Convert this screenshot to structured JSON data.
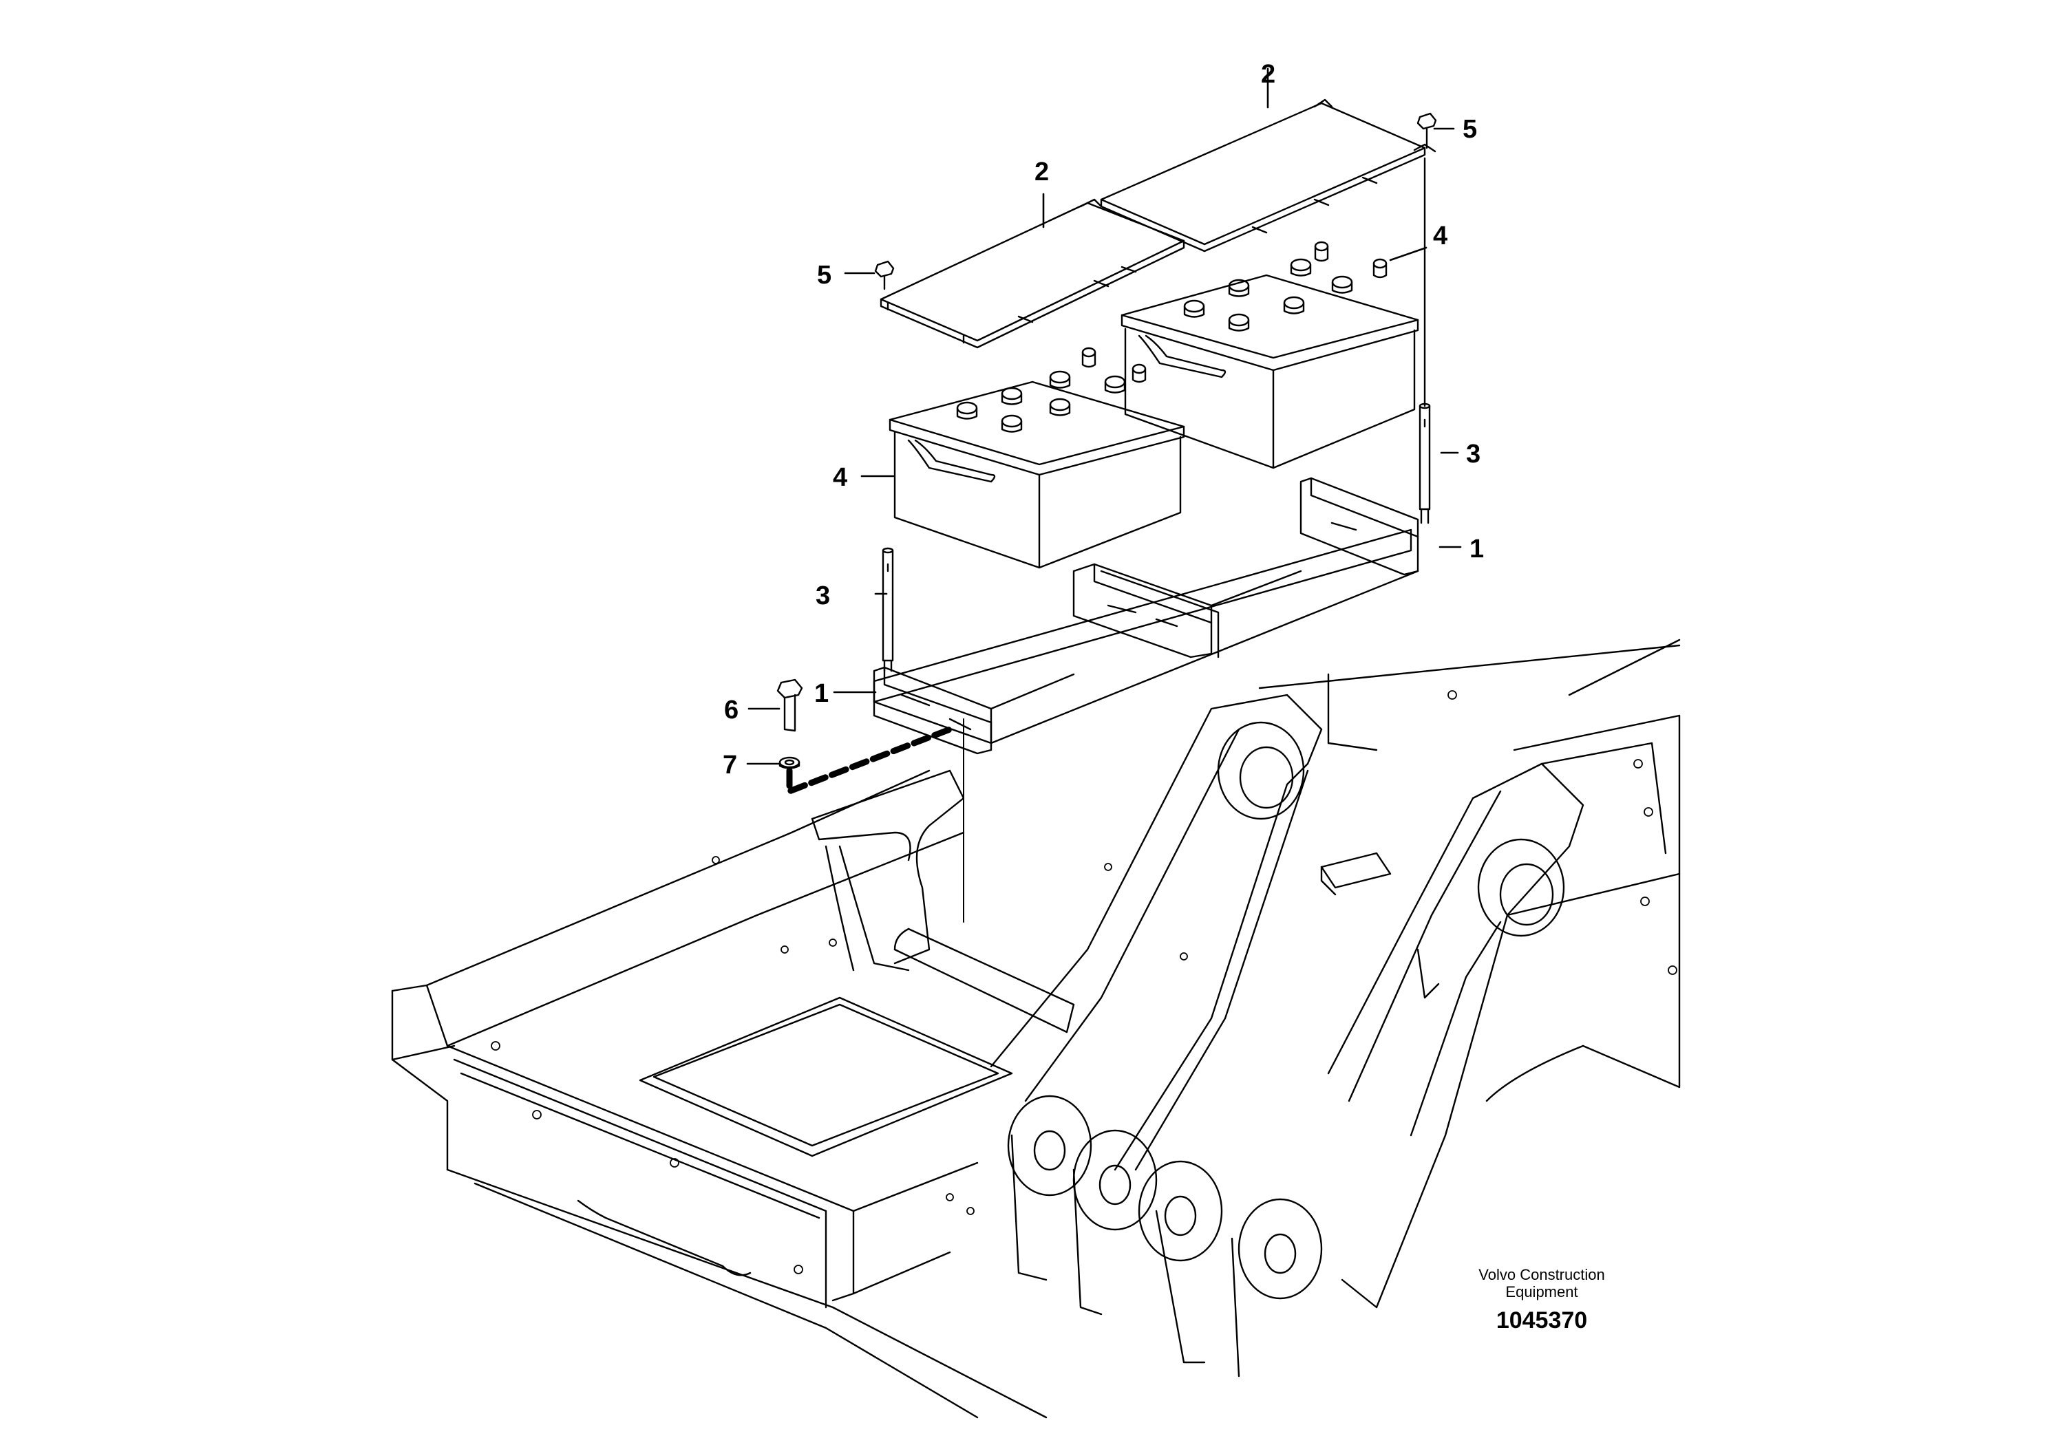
{
  "callouts": {
    "c1a": "1",
    "c1b": "1",
    "c2a": "2",
    "c2b": "2",
    "c3a": "3",
    "c3b": "3",
    "c4a": "4",
    "c4b": "4",
    "c5a": "5",
    "c5b": "5",
    "c6": "6",
    "c7": "7"
  },
  "credit": {
    "line1": "Volvo Construction",
    "line2": "Equipment",
    "code": "1045370"
  },
  "colors": {
    "line": "#000000",
    "background": "#ffffff"
  }
}
